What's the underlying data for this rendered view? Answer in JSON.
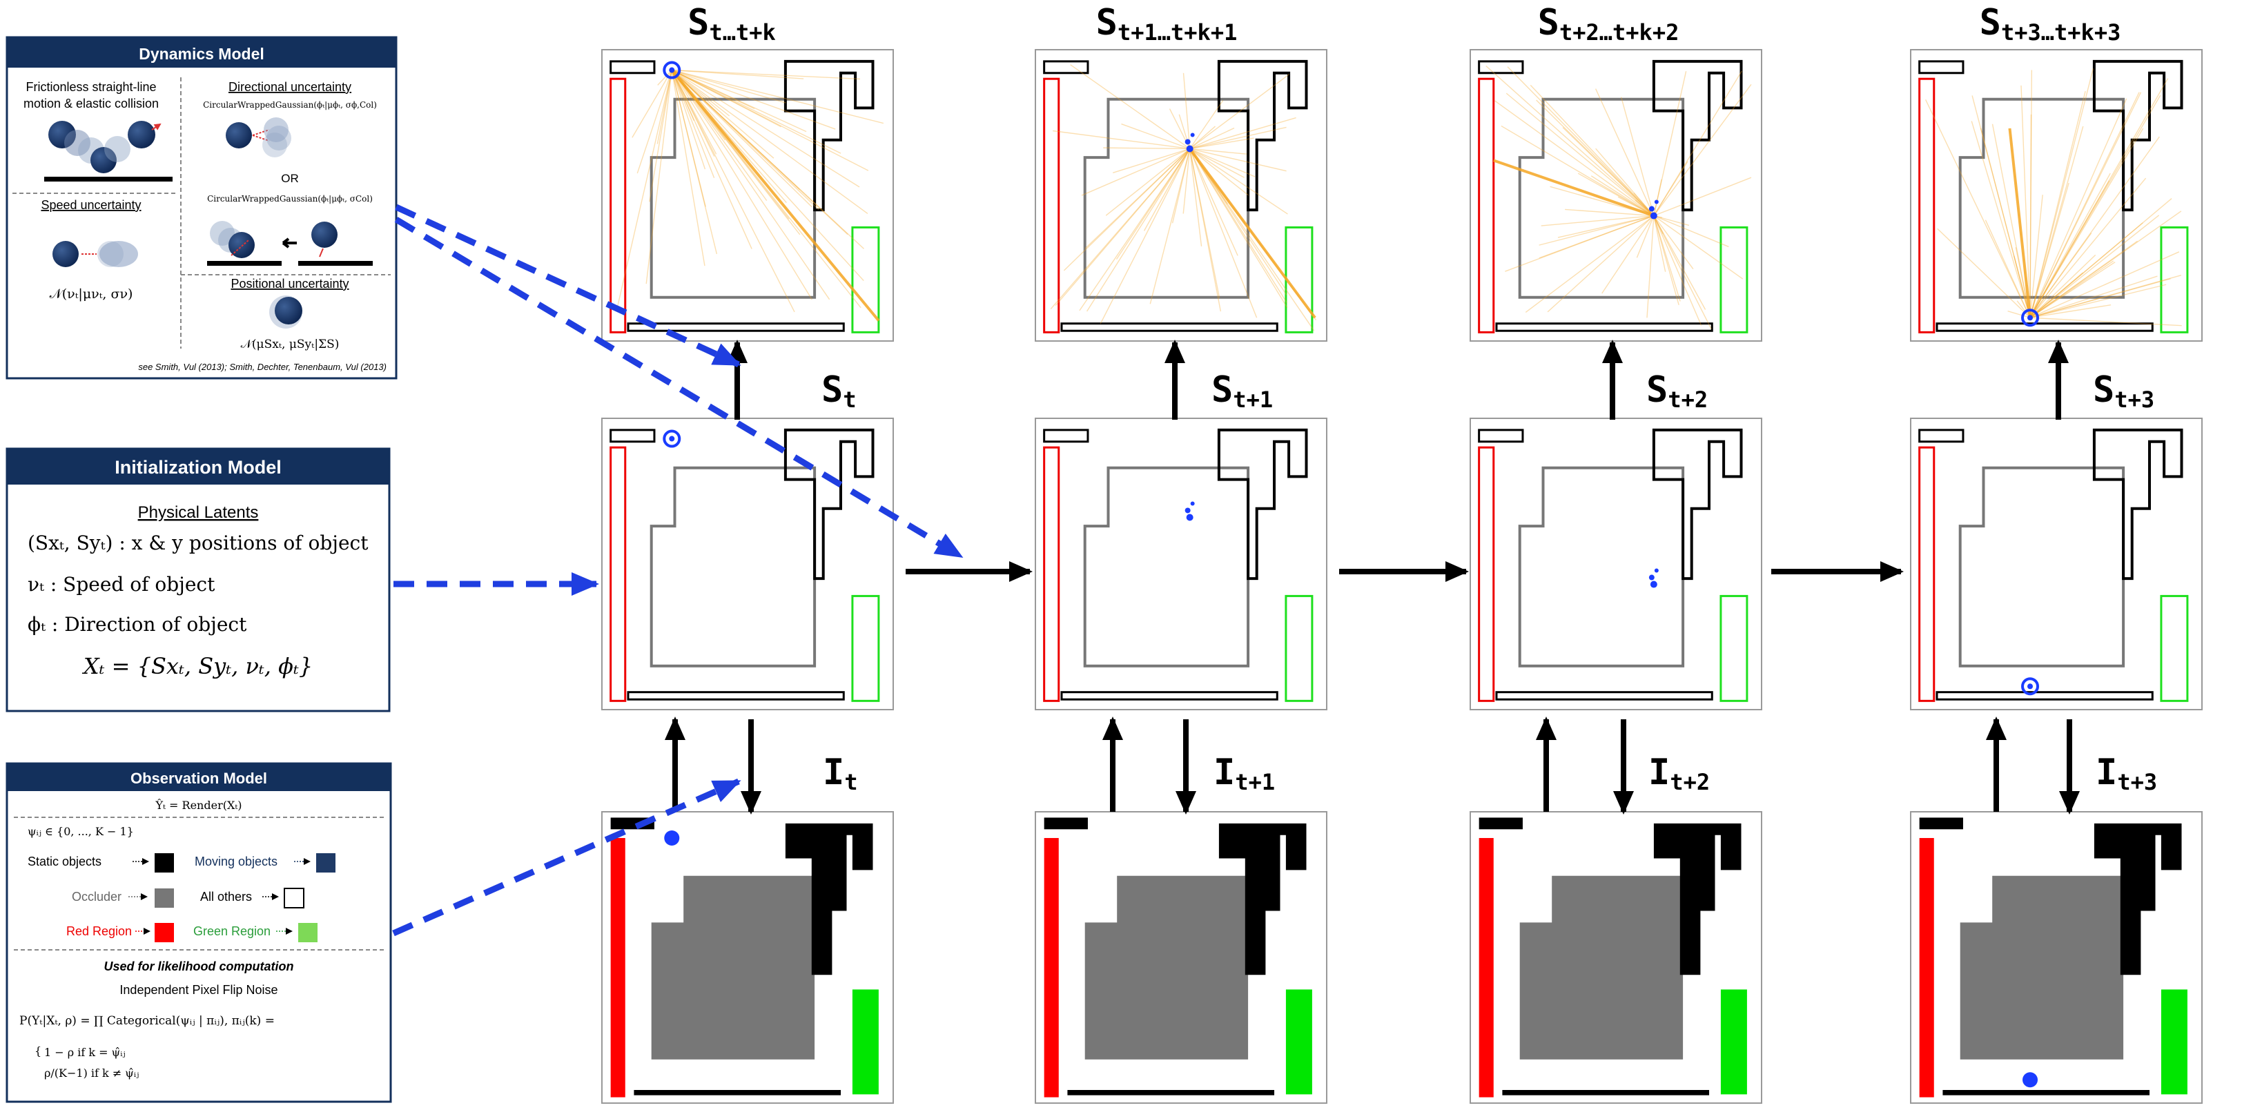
{
  "dynamics_model": {
    "title": "Dynamics Model",
    "frictionless_line1": "Frictionless straight-line",
    "frictionless_line2": "motion & elastic collision",
    "directional_title": "Directional uncertainty",
    "directional_formula1": "CircularWrappedGaussian(ϕₜ|μϕₜ, σϕ,Col)",
    "or_label": "OR",
    "directional_formula2": "CircularWrappedGaussian(ϕₜ|μϕₜ, σCol)",
    "speed_title": "Speed uncertainty",
    "speed_formula": "𝒩(νₜ|μνₜ, σν)",
    "positional_title": "Positional uncertainty",
    "positional_formula": "𝒩(μSxₜ, μSyₜ|ΣS)",
    "citation": "see Smith, Vul (2013); Smith, Dechter, Tenenbaum, Vul (2013)"
  },
  "initialization_model": {
    "title": "Initialization Model",
    "latents_title": "Physical Latents",
    "line1": "(Sxₜ, Syₜ) : x & y positions of object",
    "line2": "νₜ : Speed of object",
    "line3": "ϕₜ : Direction of object",
    "line4": "Xₜ = {Sxₜ, Syₜ, νₜ, ϕₜ}"
  },
  "observation_model": {
    "title": "Observation Model",
    "render_formula": "Ŷₜ = Render(Xₜ)",
    "psi_formula": "ψᵢⱼ ∈ {0, ..., K − 1}",
    "static_label": "Static objects",
    "moving_label": "Moving objects",
    "occluder_label": "Occluder",
    "others_label": "All others",
    "red_label": "Red Region",
    "green_label": "Green Region",
    "likelihood_title": "Used for likelihood computation",
    "noise_label": "Independent Pixel Flip Noise",
    "prob_formula": "P(Yₜ|Xₜ, ρ) = ∏ Categorical(ψᵢⱼ | πᵢⱼ),   πᵢⱼ(k) =",
    "case1": "1 − ρ    if k = ψ̂ᵢⱼ",
    "case2": "ρ/(K−1)    if k ≠ ψ̂ᵢⱼ"
  },
  "columns": [
    {
      "future_base": "S",
      "future_sub": "t…t+k",
      "state_base": "S",
      "state_sub": "t",
      "image_base": "I",
      "image_sub": "t"
    },
    {
      "future_base": "S",
      "future_sub": "t+1…t+k+1",
      "state_base": "S",
      "state_sub": "t+1",
      "image_base": "I",
      "image_sub": "t+1"
    },
    {
      "future_base": "S",
      "future_sub": "t+2…t+k+2",
      "state_base": "S",
      "state_sub": "t+2",
      "image_base": "I",
      "image_sub": "t+2"
    },
    {
      "future_base": "S",
      "future_sub": "t+3…t+k+3",
      "state_base": "S",
      "state_sub": "t+3",
      "image_base": "I",
      "image_sub": "t+3"
    }
  ],
  "colors": {
    "panel_header": "#13305c",
    "red_region": "#ff0000",
    "green_region": "#00e600",
    "occluder": "#777777",
    "moving_object": "#1a3cff",
    "trajectory": "#f5a623",
    "dashed_arrow": "#1f3ee0"
  }
}
